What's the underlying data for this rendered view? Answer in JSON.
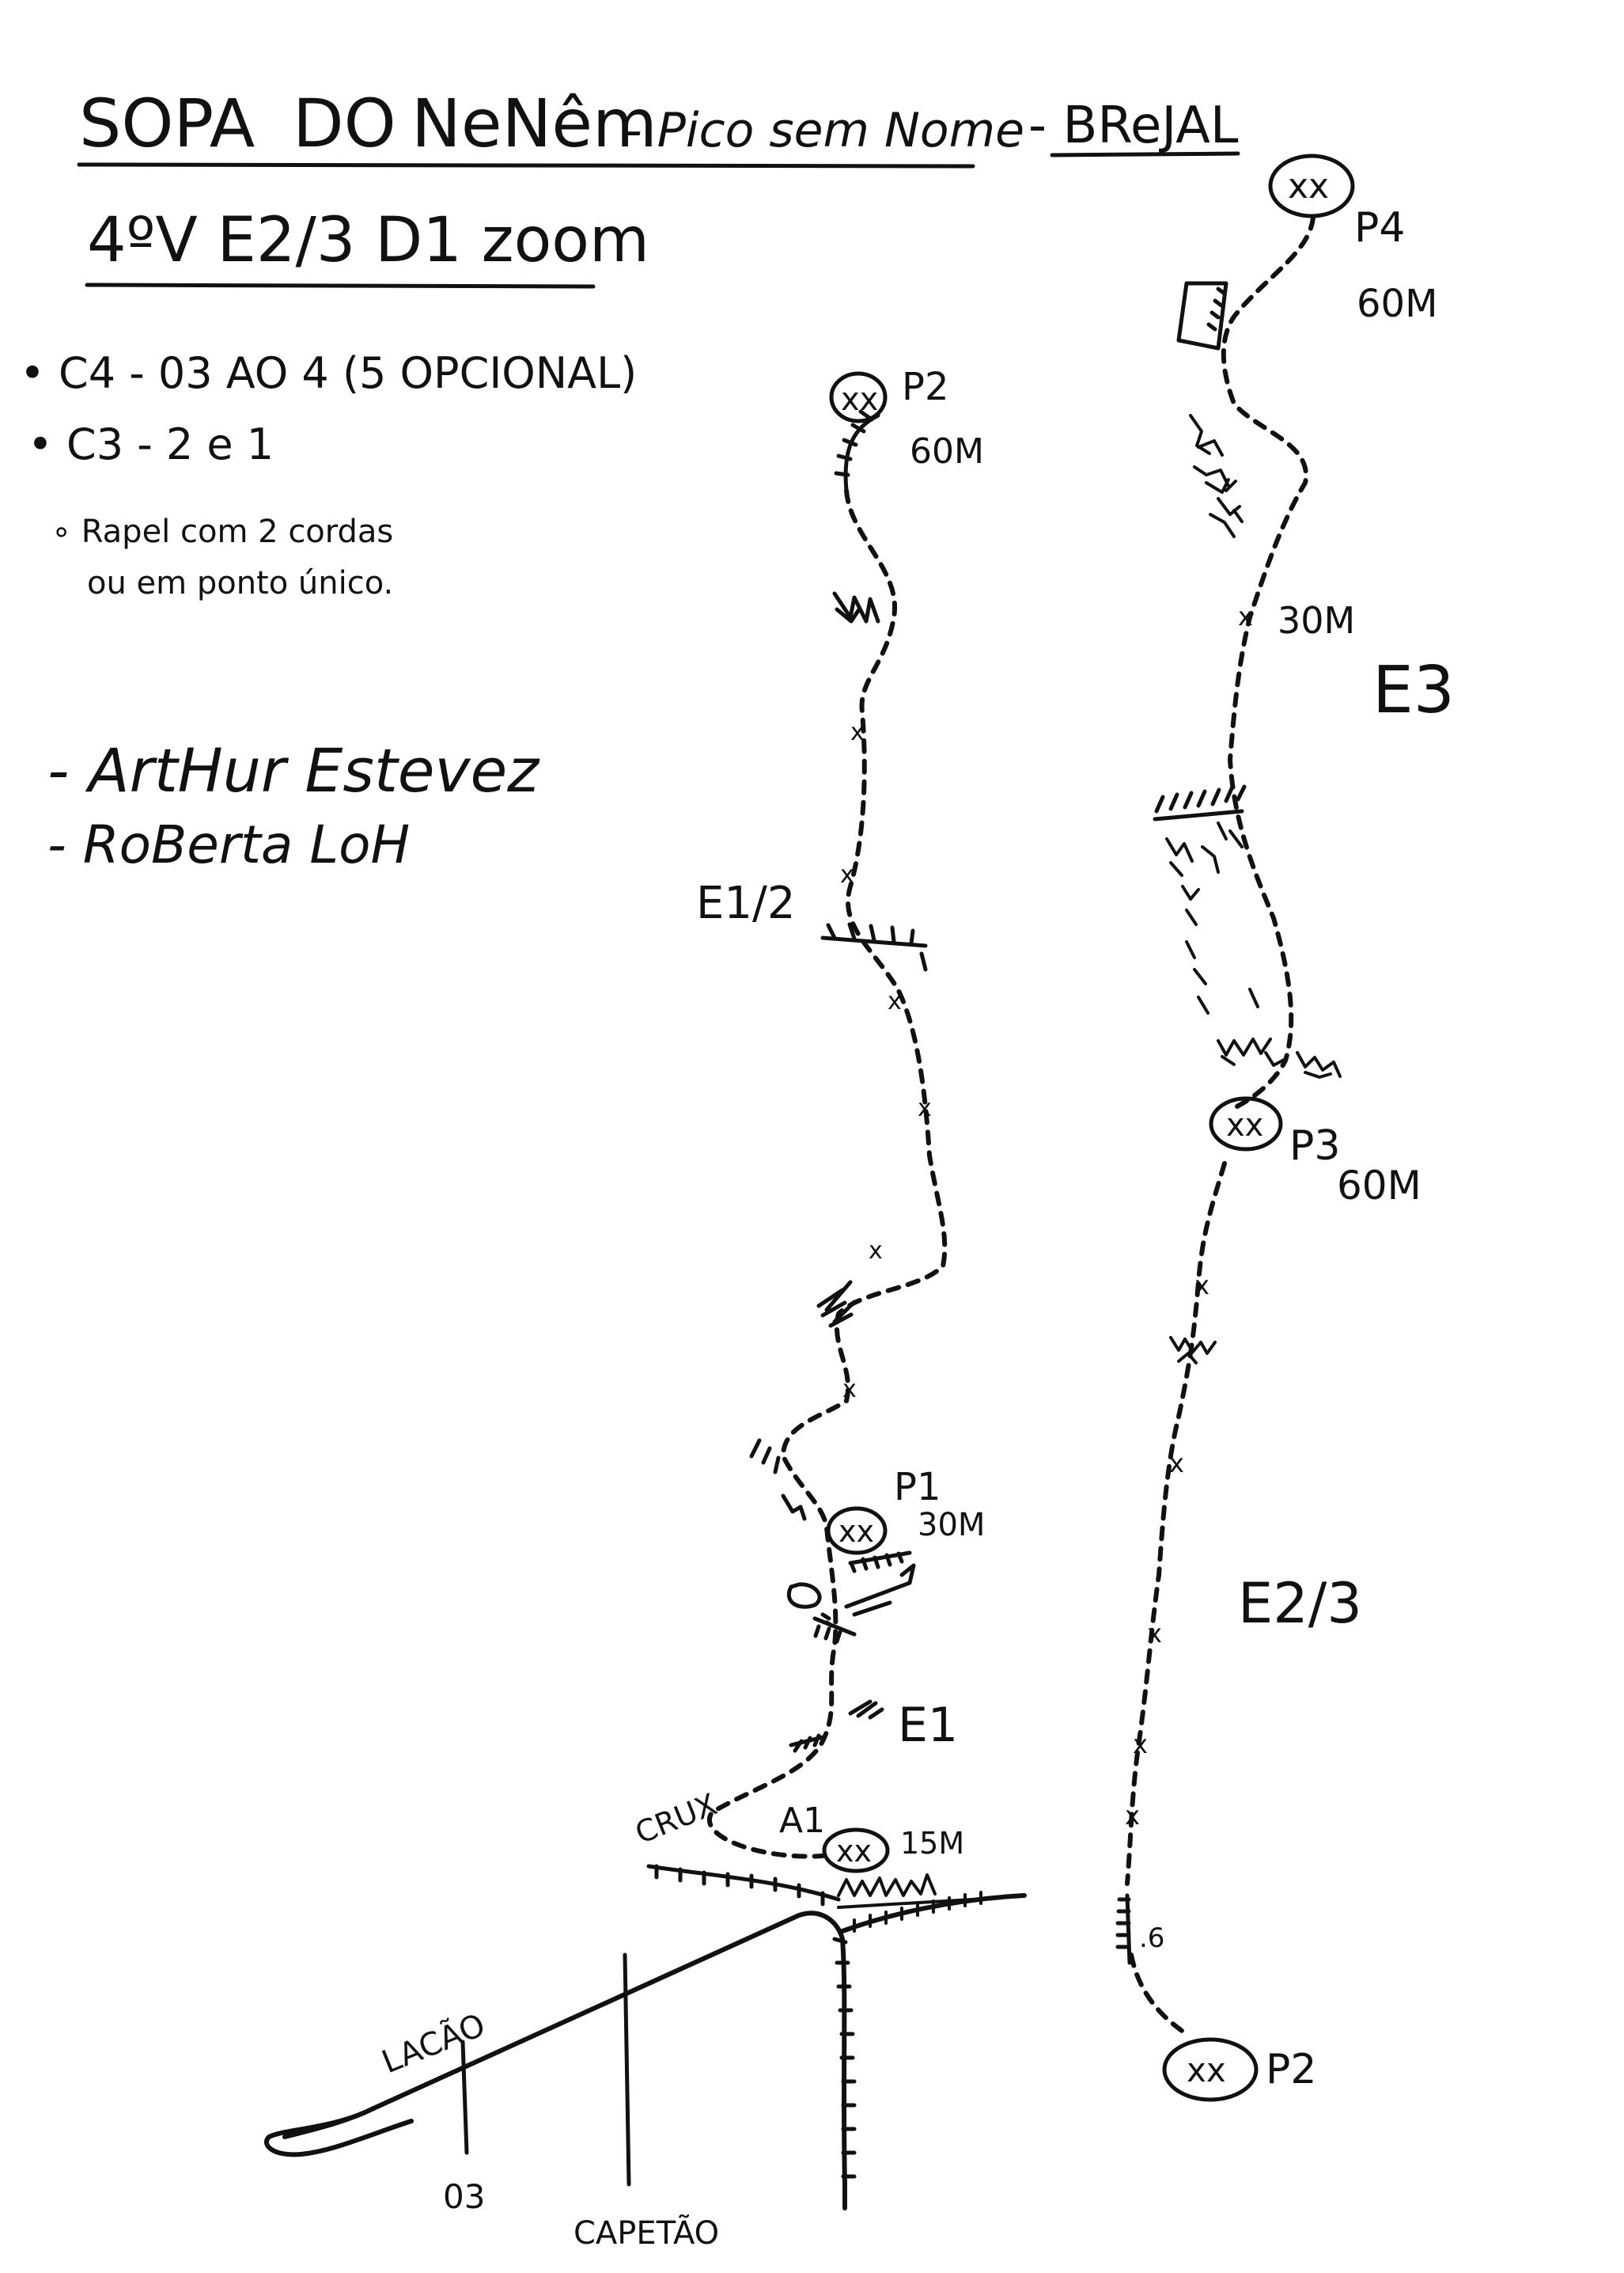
{
  "header": {
    "title_part1": "SOPA",
    "title_part2": "DO",
    "title_part3": "NeNêm",
    "title_part4": "- Pico sem Nome",
    "title_part5": "- BReJAL",
    "grade": "4ºV E2/3 D1 zoom"
  },
  "notes": [
    "• C4 - 03 AO 4 (5 OPCIONAL)",
    "• C3 - 2 e 1",
    "∘ Rapel com 2 cordas",
    "ou em ponto único."
  ],
  "authors": [
    "- ArtHur Estevez",
    "- RoBerta LoH"
  ],
  "left_route": {
    "pitch2_label": "P2",
    "pitch2_length": "60M",
    "grade_upper": "E1/2",
    "pitch1_label": "P1",
    "pitch1_length": "30M",
    "grade_lower": "E1",
    "crux_label": "CRUX",
    "start_label": "A1",
    "start_length": "15M"
  },
  "right_route": {
    "pitch4_label": "P4",
    "pitch4_length": "60M",
    "mid_length": "30M",
    "grade_upper": "E3",
    "pitch3_label": "P3",
    "pitch3_length": "60M",
    "grade_lower": "E2/3",
    "small_mark": ".6",
    "base_label": "P2"
  },
  "approach": {
    "trail_label": "LACÃO",
    "marker_03": "03",
    "marker_capetao": "CAPETÃO"
  }
}
